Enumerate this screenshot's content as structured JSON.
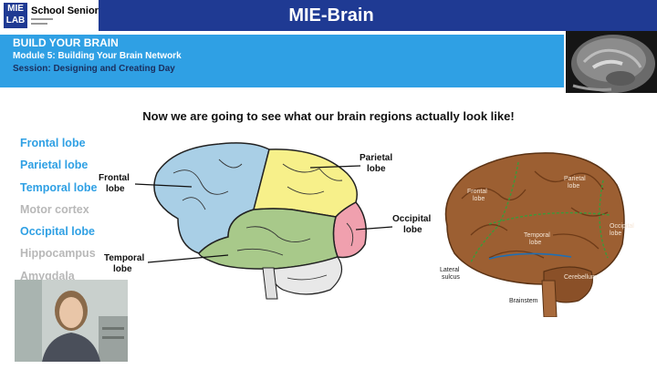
{
  "header": {
    "logo_mark_top": "MIE",
    "logo_mark_bottom": "LAB",
    "logo_text": "School Senior",
    "app_title": "MIE-Brain"
  },
  "session": {
    "line1": "BUILD YOUR BRAIN",
    "line2": "Module 5: Building Your Brain Network",
    "line3": "Session: Designing and Creating Day"
  },
  "slide": {
    "headline": "Now we are going to see what our brain regions actually look like!",
    "regions": [
      {
        "label": "Frontal lobe",
        "active": true
      },
      {
        "label": "Parietal lobe",
        "active": true
      },
      {
        "label": "Temporal lobe",
        "active": true
      },
      {
        "label": "Motor cortex",
        "active": false
      },
      {
        "label": "Occipital lobe",
        "active": true
      },
      {
        "label": "Hippocampus",
        "active": false
      },
      {
        "label": "Amygdala",
        "active": false
      }
    ],
    "diagram": {
      "frontal": [
        "Frontal",
        "lobe"
      ],
      "parietal": [
        "Parietal",
        "lobe"
      ],
      "occipital": [
        "Occipital",
        "lobe"
      ],
      "temporal": [
        "Temporal",
        "lobe"
      ]
    },
    "photo": {
      "frontal": [
        "Frontal",
        "lobe"
      ],
      "parietal": [
        "Parietal",
        "lobe"
      ],
      "temporal": [
        "Temporal",
        "lobe"
      ],
      "occipital": [
        "Occipital",
        "lobe"
      ],
      "cerebellum": "Cerebellum",
      "lateral": [
        "Lateral",
        "sulcus"
      ],
      "brainstem": "Brainstem"
    }
  },
  "colors": {
    "header": "#1f3a93",
    "band": "#2fa0e4",
    "frontal": "#a9cfe6",
    "parietal": "#f7f08a",
    "temporal": "#a8c98a",
    "occipital": "#f0a0ae"
  }
}
